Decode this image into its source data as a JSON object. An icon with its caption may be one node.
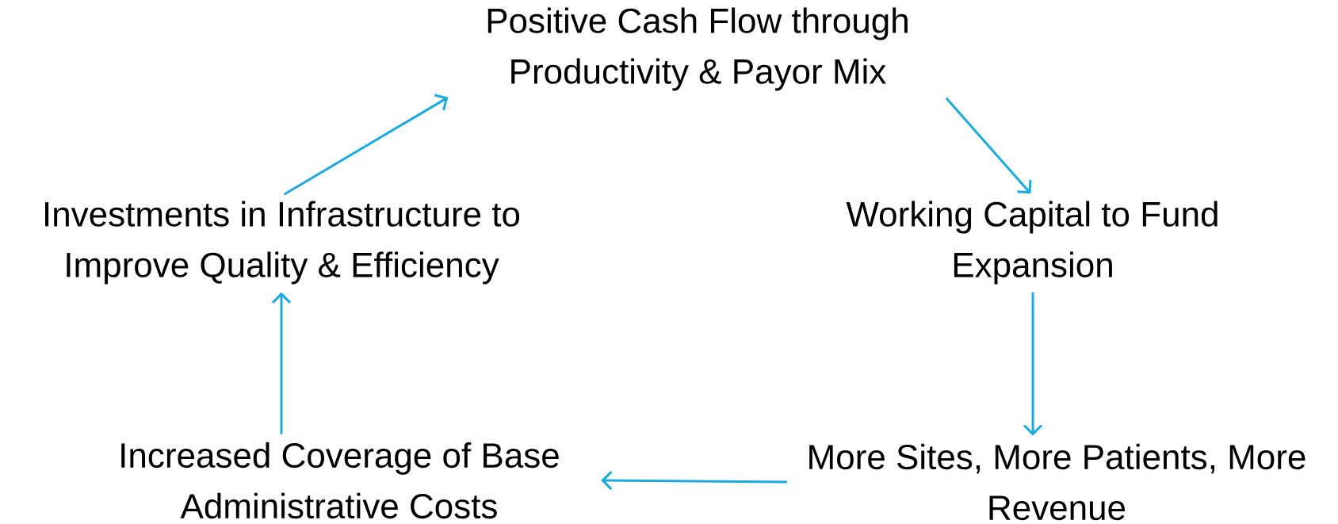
{
  "diagram": {
    "nodes": [
      {
        "text": [
          "Positive Cash Flow through Productivity & Payor Mix"
        ]
      },
      {
        "text": [
          "Working Capital to Fund Expansion"
        ]
      },
      {
        "text": [
          "More Sites, More Patients, More Revenue"
        ]
      },
      {
        "text": [
          "Increased Coverage of Base Administrative Costs"
        ]
      },
      {
        "text": [
          "Investments in Infrastructure to Improve Quality & Efficiency"
        ]
      }
    ],
    "edges": [
      {
        "from": 0,
        "to": 1,
        "arrow": "to"
      },
      {
        "from": 1,
        "to": 2,
        "arrow": "to"
      },
      {
        "from": 2,
        "to": 3,
        "arrow": "to"
      },
      {
        "from": 3,
        "to": 4,
        "arrow": "to"
      },
      {
        "from": 4,
        "to": 0,
        "arrow": "to"
      }
    ]
  }
}
